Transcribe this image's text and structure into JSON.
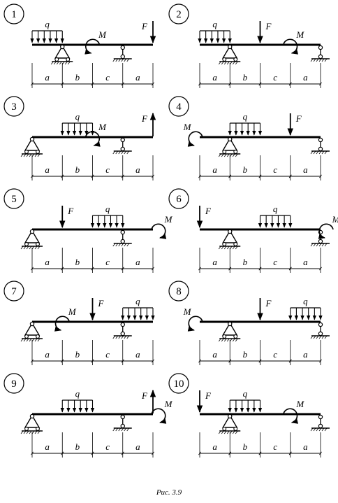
{
  "caption": "Рис. 3.9",
  "segment_labels": [
    "a",
    "b",
    "c",
    "a"
  ],
  "load_labels": {
    "q": "q",
    "M": "M",
    "F": "F"
  },
  "schemes": [
    {
      "number": "1",
      "supports": [
        "pin-1",
        "roller-3"
      ],
      "q": [
        0,
        1
      ],
      "F": {
        "pos": 4,
        "dir": "down"
      },
      "M": {
        "pos": 2,
        "dir": "ccw"
      }
    },
    {
      "number": "2",
      "supports": [
        "pin-1",
        "roller-4"
      ],
      "q": [
        0,
        1
      ],
      "F": {
        "pos": 2,
        "dir": "down"
      },
      "M": {
        "pos": 3,
        "dir": "cw"
      }
    },
    {
      "number": "3",
      "supports": [
        "pin-0",
        "roller-3"
      ],
      "q": [
        1,
        2
      ],
      "F": {
        "pos": 4,
        "dir": "up"
      },
      "M": {
        "pos": 2,
        "dir": "cw"
      }
    },
    {
      "number": "4",
      "supports": [
        "pin-1",
        "roller-4"
      ],
      "q": [
        1,
        2
      ],
      "F": {
        "pos": 3,
        "dir": "down"
      },
      "M": {
        "pos": 0,
        "dir": "ccw"
      }
    },
    {
      "number": "5",
      "supports": [
        "pin-0",
        "roller-3"
      ],
      "q": [
        2,
        3
      ],
      "F": {
        "pos": 1,
        "dir": "down"
      },
      "M": {
        "pos": 4,
        "dir": "cw"
      }
    },
    {
      "number": "6",
      "supports": [
        "pin-1",
        "roller-4"
      ],
      "q": [
        2,
        3
      ],
      "F": {
        "pos": 0,
        "dir": "down"
      },
      "M": {
        "pos": 4,
        "dir": "ccw"
      }
    },
    {
      "number": "7",
      "supports": [
        "pin-0",
        "roller-3"
      ],
      "q": [
        3,
        4
      ],
      "F": {
        "pos": 2,
        "dir": "down"
      },
      "M": {
        "pos": 1,
        "dir": "ccw"
      }
    },
    {
      "number": "8",
      "supports": [
        "pin-1",
        "roller-4"
      ],
      "q": [
        3,
        4
      ],
      "F": {
        "pos": 2,
        "dir": "down"
      },
      "M": {
        "pos": 0,
        "dir": "ccw"
      }
    },
    {
      "number": "9",
      "supports": [
        "pin-0",
        "roller-3"
      ],
      "q": [
        1,
        2
      ],
      "F": {
        "pos": 4,
        "dir": "up"
      },
      "M": {
        "pos": 4,
        "dir": "cw"
      }
    },
    {
      "number": "10",
      "supports": [
        "pin-1",
        "roller-4"
      ],
      "q": [
        1,
        2
      ],
      "F": {
        "pos": 0,
        "dir": "down"
      },
      "M": {
        "pos": 3,
        "dir": "cw"
      }
    }
  ]
}
